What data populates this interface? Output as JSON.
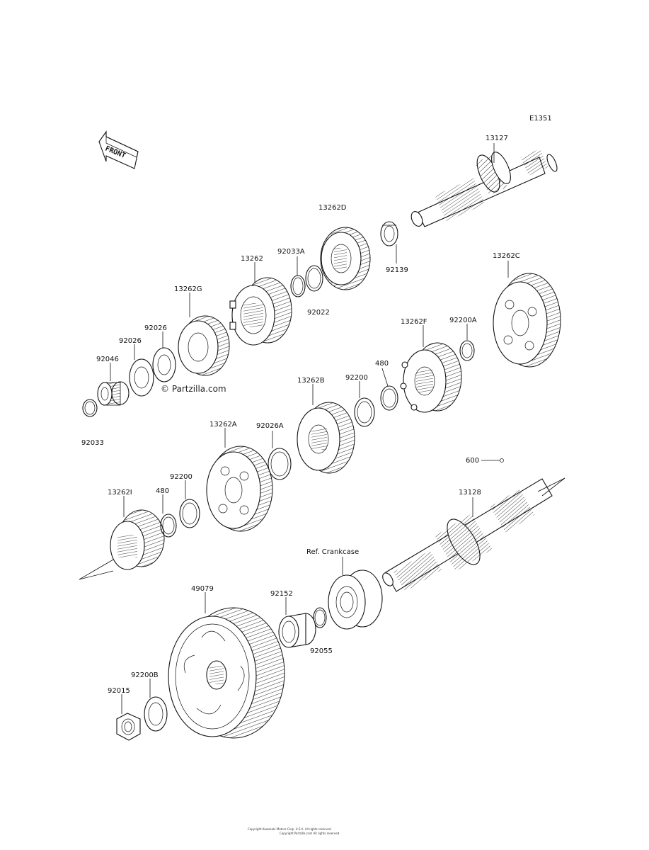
{
  "diagram_code": "E1351",
  "front_label": "FRONT",
  "watermark": "© Partzilla.com",
  "footer": {
    "line1": "Copyright Kawasaki Motors Corp. U.S.A. All rights reserved.",
    "line2": "Copyright Partzilla.com All rights reserved."
  },
  "labels": {
    "p13127": "13127",
    "p13262D": "13262D",
    "p92139": "92139",
    "p92033A": "92033A",
    "p13262": "13262",
    "p92022": "92022",
    "p13262G": "13262G",
    "p13262C": "13262C",
    "p92026_top": "92026",
    "p92026_mid": "92026",
    "p92046": "92046",
    "p92033": "92033",
    "p13262F": "13262F",
    "p92200A": "92200A",
    "p480_top": "480",
    "p92200_top": "92200",
    "p13262B": "13262B",
    "p92026A": "92026A",
    "p13262A": "13262A",
    "p600": "600",
    "p92200_mid": "92200",
    "p480_mid": "480",
    "p13262I": "13262I",
    "p13128": "13128",
    "ref_crankcase": "Ref. Crankcase",
    "p49079": "49079",
    "p92152": "92152",
    "p92055": "92055",
    "p92200B": "92200B",
    "p92015": "92015"
  }
}
